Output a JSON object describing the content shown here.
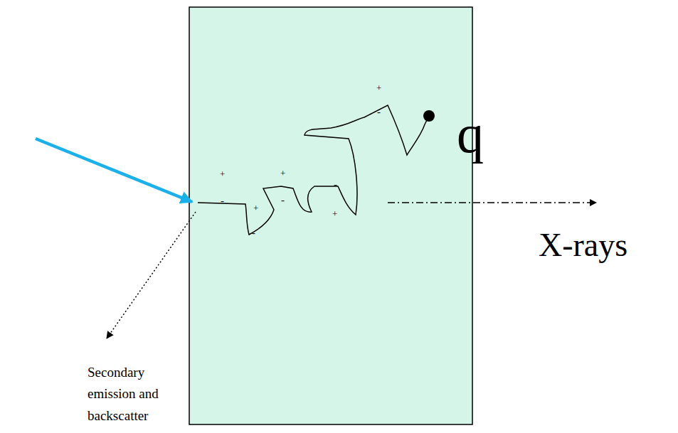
{
  "diagram": {
    "labels": [
      "+",
      "-",
      "+",
      "+",
      "-",
      "+",
      "-",
      "-",
      "+",
      "-",
      "q",
      "X-rays",
      "Secondary emission and backscatter"
    ]
  }
}
